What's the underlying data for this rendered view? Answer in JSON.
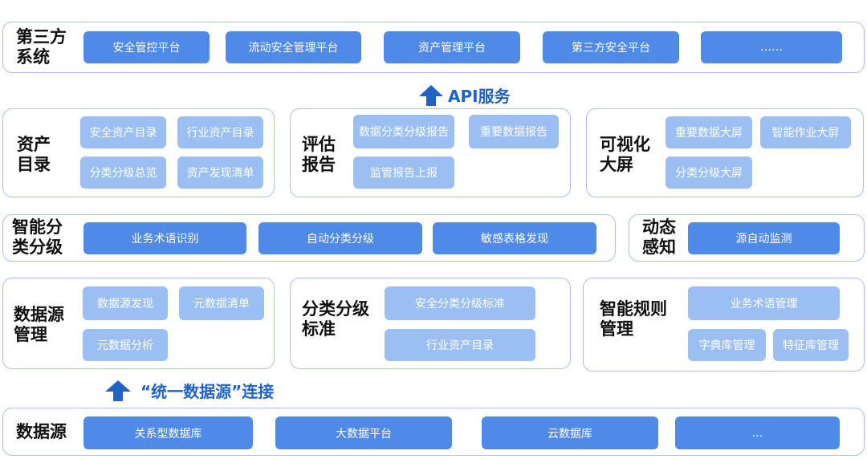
{
  "third_party": {
    "title": "第三方\n系统",
    "items": [
      "安全管控平台",
      "流动安全管理平台",
      "资产管理平台",
      "第三方安全平台",
      "……"
    ]
  },
  "api_label": "API服务",
  "asset_catalog": {
    "title": "资产\n目录",
    "items": [
      "安全资产目录",
      "行业资产目录",
      "分类分级总览",
      "资产发现清单"
    ]
  },
  "eval_report": {
    "title": "评估\n报告",
    "items": [
      "数据分类分级报告",
      "重要数据报告",
      "监管报告上报"
    ]
  },
  "visual_screen": {
    "title": "可视化\n大屏",
    "items": [
      "重要数据大屏",
      "智能作业大屏",
      "分类分级大屏"
    ]
  },
  "smart_classify": {
    "title": "智能分\n类分级",
    "items": [
      "业务术语识别",
      "自动分类分级",
      "敏感表格发现"
    ]
  },
  "dynamic_sense": {
    "title": "动态\n感知",
    "items": [
      "源自动监测"
    ]
  },
  "datasource_mgmt": {
    "title": "数据源\n管理",
    "items": [
      "数据源发现",
      "元数据清单",
      "元数据分析"
    ]
  },
  "classify_standard": {
    "title": "分类分级\n标准",
    "items": [
      "安全分类分级标准",
      "行业资产目录"
    ]
  },
  "rule_mgmt": {
    "title": "智能规则\n管理",
    "items": [
      "业务术语管理",
      "字典库管理",
      "特征库管理"
    ]
  },
  "connect_label": "“统一数据源”连接",
  "datasource": {
    "title": "数据源",
    "items": [
      "关系型数据库",
      "大数据平台",
      "云数据库",
      "..."
    ]
  },
  "colors": {
    "chip_dark": "#4f8ae8",
    "chip_light": "#9cbff3",
    "accent": "#1f63c9",
    "border": "#a9c2ec"
  }
}
